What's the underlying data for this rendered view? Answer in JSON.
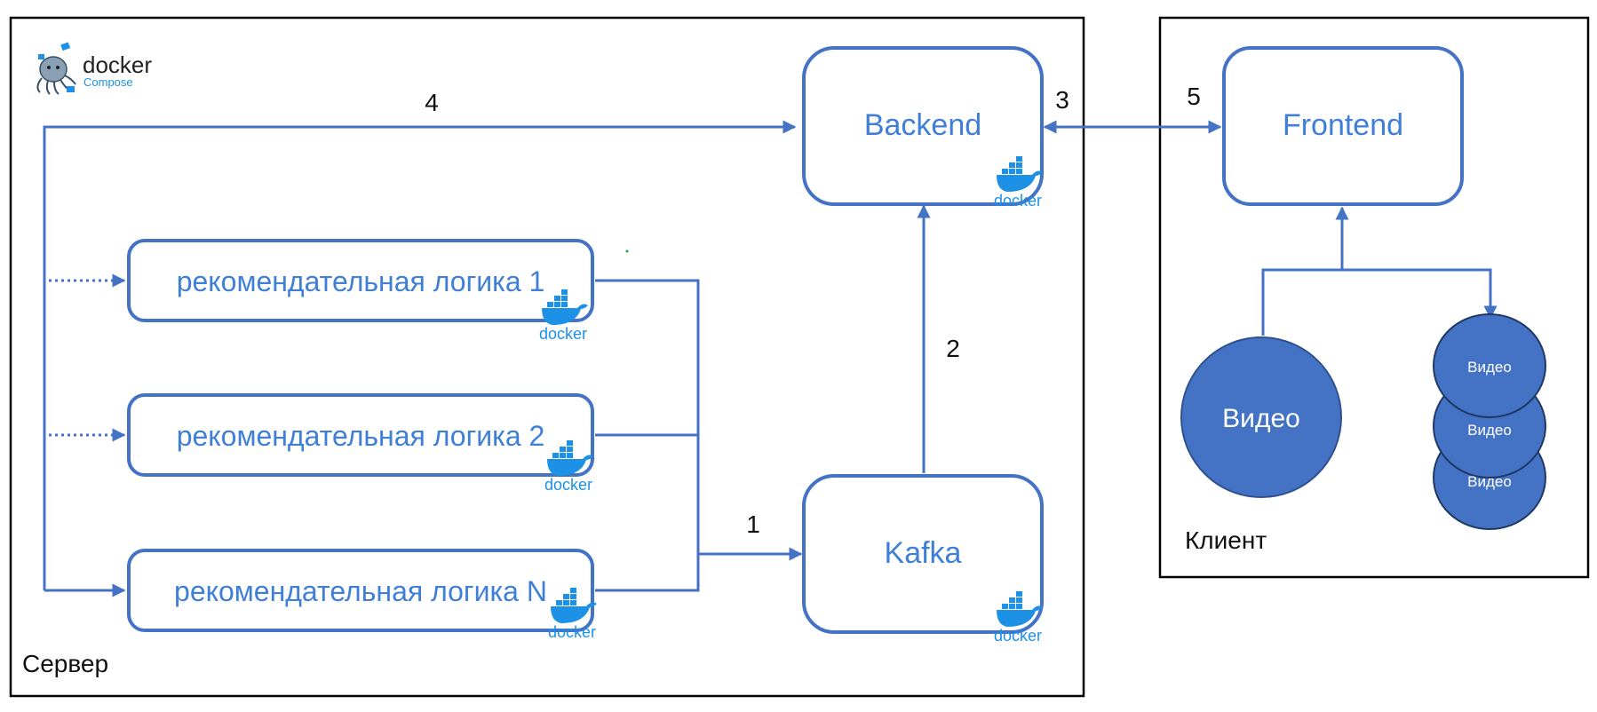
{
  "server": {
    "label": "Сервер",
    "compose_logo": {
      "word": "docker",
      "sub": "Compose"
    }
  },
  "client": {
    "label": "Клиент"
  },
  "nodes": {
    "backend": "Backend",
    "frontend": "Frontend",
    "kafka": "Kafka",
    "logic1": "рекомендательная логика 1",
    "logic2": "рекомендательная логика 2",
    "logicN": "рекомендательная логика N"
  },
  "docker_badge": "docker",
  "edges": {
    "e1": "1",
    "e2": "2",
    "e3": "3",
    "e4": "4",
    "e5": "5"
  },
  "videos": {
    "main": "Видео",
    "stack": [
      "Видео",
      "Видео",
      "Видео"
    ]
  },
  "colors": {
    "line": "#4472c4",
    "node_text": "#3f7fd8",
    "video_fill": "#4472c4",
    "docker": "#1d91e6"
  }
}
